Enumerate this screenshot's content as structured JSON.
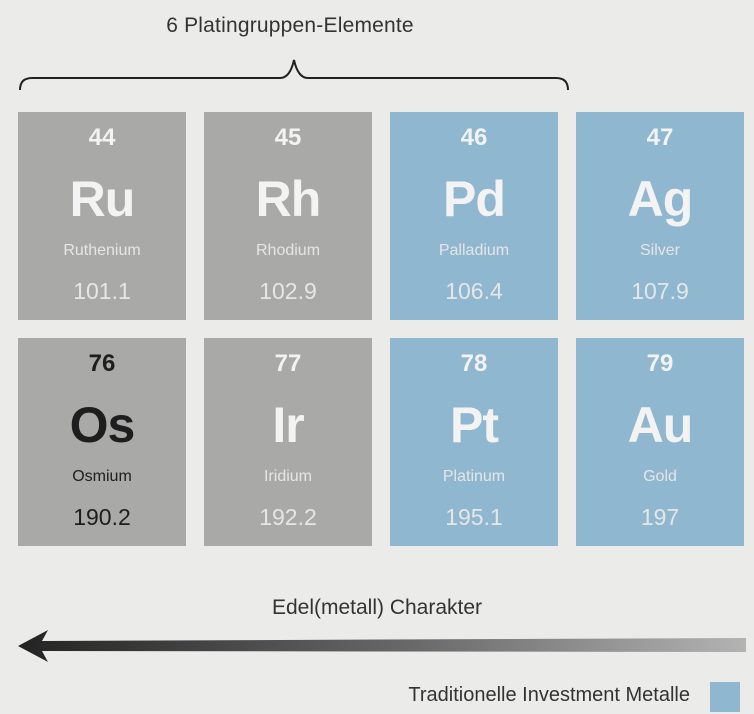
{
  "group_label": "6 Platingruppen-Elemente",
  "elements": [
    {
      "number": "44",
      "symbol": "Ru",
      "name": "Ruthenium",
      "weight": "101.1",
      "category": "platinum-group",
      "text_tone": "light"
    },
    {
      "number": "45",
      "symbol": "Rh",
      "name": "Rhodium",
      "weight": "102.9",
      "category": "platinum-group",
      "text_tone": "light"
    },
    {
      "number": "46",
      "symbol": "Pd",
      "name": "Palladium",
      "weight": "106.4",
      "category": "traditional-investment",
      "text_tone": "light"
    },
    {
      "number": "47",
      "symbol": "Ag",
      "name": "Silver",
      "weight": "107.9",
      "category": "traditional-investment",
      "text_tone": "light"
    },
    {
      "number": "76",
      "symbol": "Os",
      "name": "Osmium",
      "weight": "190.2",
      "category": "platinum-group",
      "text_tone": "dark"
    },
    {
      "number": "77",
      "symbol": "Ir",
      "name": "Iridium",
      "weight": "192.2",
      "category": "platinum-group",
      "text_tone": "light"
    },
    {
      "number": "78",
      "symbol": "Pt",
      "name": "Platinum",
      "weight": "195.1",
      "category": "traditional-investment",
      "text_tone": "light"
    },
    {
      "number": "79",
      "symbol": "Au",
      "name": "Gold",
      "weight": "197",
      "category": "traditional-investment",
      "text_tone": "light"
    }
  ],
  "arrow_label": "Edel(metall) Charakter",
  "legend": {
    "label": "Traditionelle Investment Metalle",
    "color": "#8fb7d0"
  },
  "colors": {
    "gray_tile": "#a9a9a7",
    "blue_tile": "#8fb7d0",
    "background": "#ebebe9",
    "arrow": "#2b2b2b"
  }
}
